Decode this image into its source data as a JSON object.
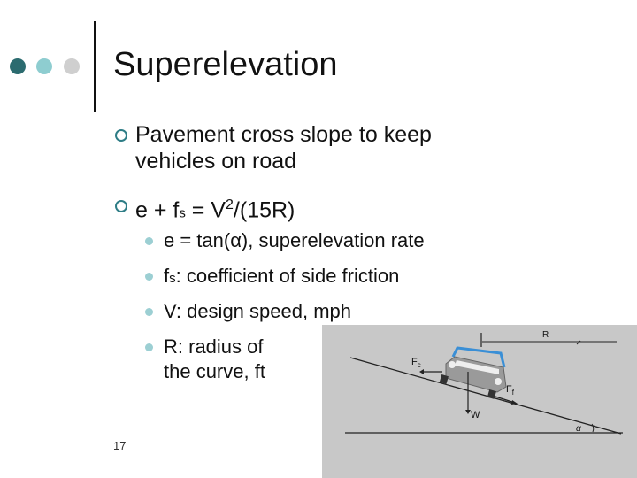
{
  "slide": {
    "title": "Superelevation",
    "page_number": "17",
    "bullets": [
      {
        "line1": "Pavement cross slope to keep",
        "line2": "vehicles on road"
      },
      {
        "pre": "e + f",
        "sub": "s",
        "mid": " = V",
        "sup": "2",
        "post": "/(15R)"
      }
    ],
    "sub_bullets": [
      {
        "text": "e = tan(α), superelevation rate"
      },
      {
        "pre": "f",
        "sub": "s",
        "post": ": coefficient of side friction"
      },
      {
        "text": "V: design speed, mph"
      },
      {
        "line1": "R: radius of",
        "line2": "the curve, ft"
      }
    ],
    "diagram": {
      "label_r": "R",
      "label_fc": "F",
      "label_fc_sub": "c",
      "label_ff": "F",
      "label_ff_sub": "f",
      "label_w": "W",
      "label_alpha": "α"
    }
  },
  "colors": {
    "dot1": "#2b6b6f",
    "dot2": "#8ecdd0",
    "dot3": "#cfcfcf",
    "accent": "#2e7d86",
    "diagram_bg": "#c8c8c8",
    "car_roof": "#3a8fd6"
  }
}
